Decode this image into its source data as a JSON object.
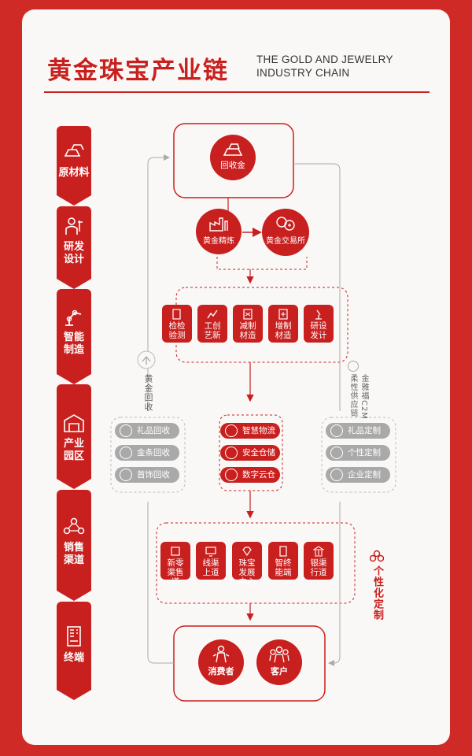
{
  "header": {
    "title_cn": "黄金珠宝产业链",
    "title_en_line1": "THE GOLD AND JEWELRY",
    "title_en_line2": "INDUSTRY CHAIN"
  },
  "stages": [
    {
      "label": "原材料",
      "icon": "gold-bars-icon"
    },
    {
      "label": "研发设计",
      "icon": "research-icon"
    },
    {
      "label": "智能制造",
      "icon": "robot-arm-icon"
    },
    {
      "label": "产业园区",
      "icon": "warehouse-icon"
    },
    {
      "label": "销售渠道",
      "icon": "people-network-icon"
    },
    {
      "label": "终端",
      "icon": "vending-machine-icon"
    }
  ],
  "recycle_gold": "回收金",
  "refining": "黄金精炼",
  "exchange": "黄金交易所",
  "process_boxes": [
    "检检验测",
    "工创艺新",
    "减制材造",
    "增制材造",
    "研设发计"
  ],
  "logistics": [
    "智慧物流",
    "安全仓储",
    "数字云仓"
  ],
  "recycle_label": "黄金回收",
  "recycle_items": [
    "礼品回收",
    "金条回收",
    "首饰回收"
  ],
  "supply_label": "金雅福C2M柔性供应链",
  "custom_items": [
    "礼品定制",
    "个性定制",
    "企业定制"
  ],
  "channel_boxes": [
    "新零渠售道",
    "线渠上道",
    "珠宝发展中心",
    "智终能端",
    "银渠行道"
  ],
  "personal_label": "个性化定制",
  "consumer": "消费者",
  "customer": "客户",
  "colors": {
    "brand_red": "#c8201f",
    "gray": "#a9a9a9",
    "background": "#faf8f6"
  }
}
